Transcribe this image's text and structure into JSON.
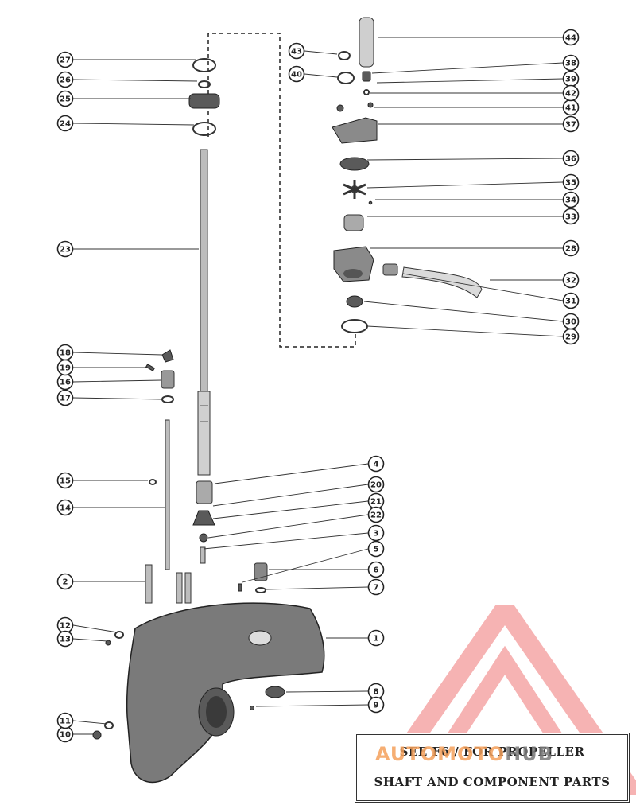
{
  "callouts": [
    "1",
    "2",
    "3",
    "4",
    "5",
    "6",
    "7",
    "8",
    "9",
    "10",
    "11",
    "12",
    "13",
    "14",
    "15",
    "16",
    "17",
    "18",
    "19",
    "20",
    "21",
    "22",
    "23",
    "24",
    "25",
    "26",
    "27",
    "28",
    "29",
    "30",
    "31",
    "32",
    "33",
    "34",
    "35",
    "36",
    "37",
    "38",
    "39",
    "40",
    "41",
    "42",
    "43",
    "44"
  ],
  "note": {
    "line1": "SEE       F6  /  FOR PROPELLER",
    "line2": "SHAFT AND COMPONENT PARTS"
  },
  "watermark": {
    "part1": "AUTOMOTO",
    "part2": "HUB",
    "colors": {
      "triangle": "#f08080",
      "accent": "#f5a05a",
      "gray": "#787878"
    }
  }
}
